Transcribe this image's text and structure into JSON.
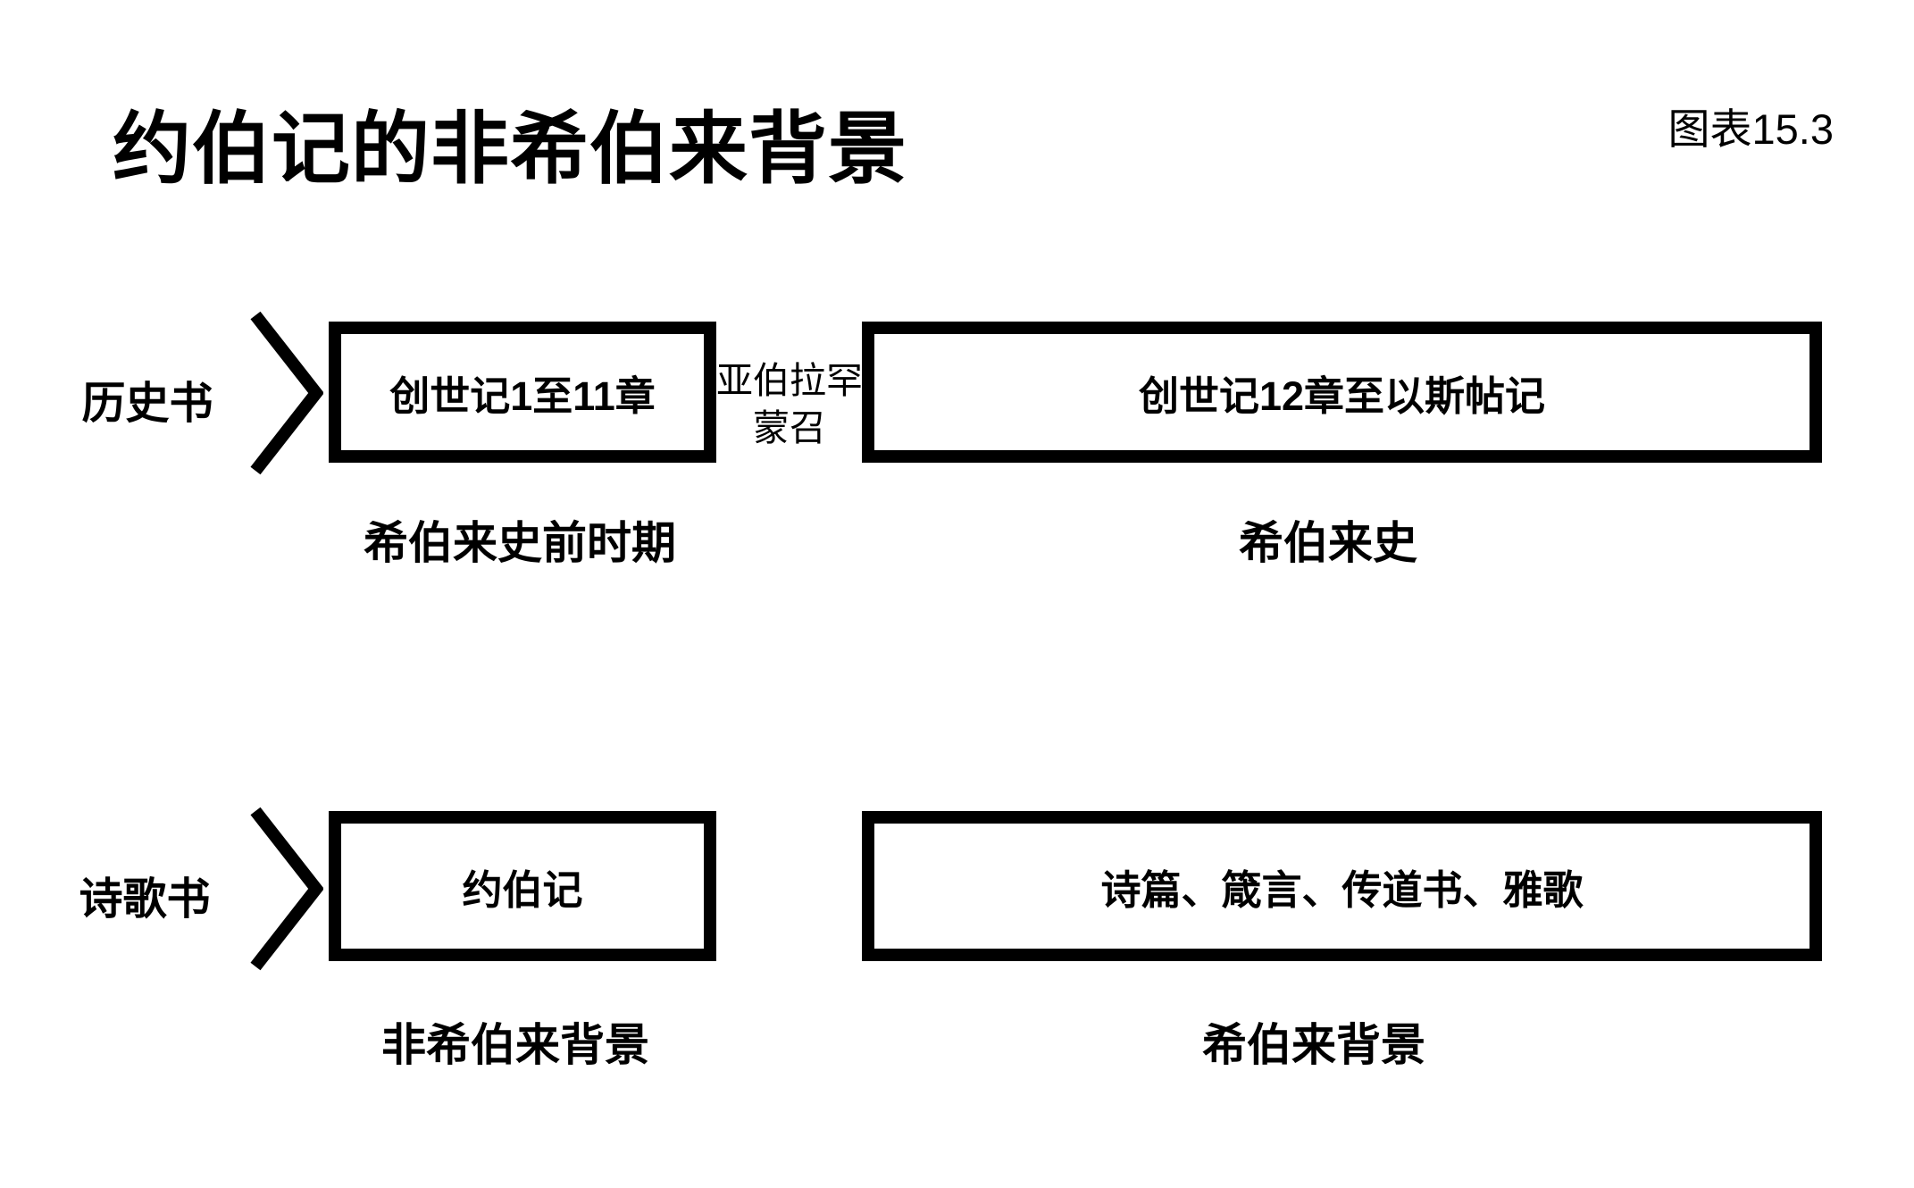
{
  "title": "约伯记的非希伯来背景",
  "figure_label": "图表15.3",
  "colors": {
    "ink": "#000000",
    "background": "#ffffff"
  },
  "rows": {
    "historical": {
      "category": "历史书",
      "left_box": "创世记1至11章",
      "connector_line1": "亚伯拉罕",
      "connector_line2": "蒙召",
      "right_box": "创世记12章至以斯帖记",
      "left_caption": "希伯来史前时期",
      "right_caption": "希伯来史"
    },
    "poetry": {
      "category": "诗歌书",
      "left_box": "约伯记",
      "right_box": "诗篇、箴言、传道书、雅歌",
      "left_caption": "非希伯来背景",
      "right_caption": "希伯来背景"
    }
  }
}
